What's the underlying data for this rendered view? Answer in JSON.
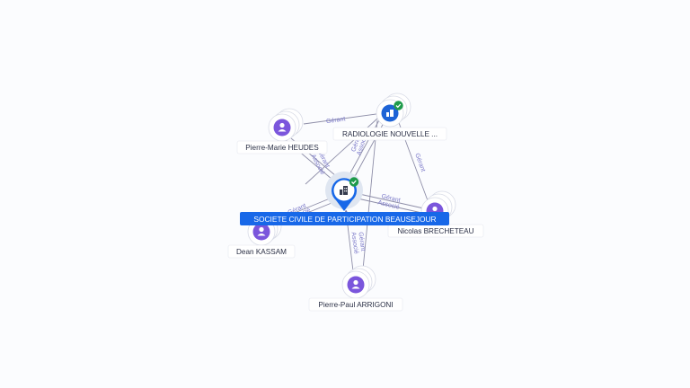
{
  "main_company": {
    "name": "SOCIETE CIVILE DE PARTICIPATION BEAUSEJOUR",
    "icon": "building-icon",
    "verified_icon": "check-badge-icon"
  },
  "nodes": {
    "radiologie": {
      "name": "RADIOLOGIE NOUVELLE ...",
      "icon": "building-icon",
      "verified_icon": "check-badge-icon"
    },
    "heudes": {
      "name": "Pierre-Marie HEUDES",
      "icon": "person-icon"
    },
    "brecheteau": {
      "name": "Nicolas BRECHETEAU",
      "icon": "person-icon"
    },
    "kassam": {
      "name": "Dean KASSAM",
      "icon": "person-icon"
    },
    "arrigoni": {
      "name": "Pierre-Paul ARRIGONI",
      "icon": "person-icon"
    }
  },
  "edge_labels": {
    "heudes_radiologie": "Gérant",
    "heudes_main_1": "Gérant",
    "heudes_main_2": "Associé",
    "radiologie_main_1": "Gérant",
    "radiologie_main_2": "Associé",
    "radiologie_brecheteau": "Gérant",
    "brecheteau_main_1": "Gérant",
    "brecheteau_main_2": "Associé",
    "kassam_main_1": "Gérant",
    "kassam_main_2": "Associé",
    "arrigoni_main_1": "Gérant",
    "arrigoni_main_2": "Associé"
  },
  "colors": {
    "accent": "#1868e8",
    "person": "#7b56dc",
    "company": "#1d63d6",
    "verified": "#1e9a4a",
    "edge_label": "#7a78c8"
  }
}
